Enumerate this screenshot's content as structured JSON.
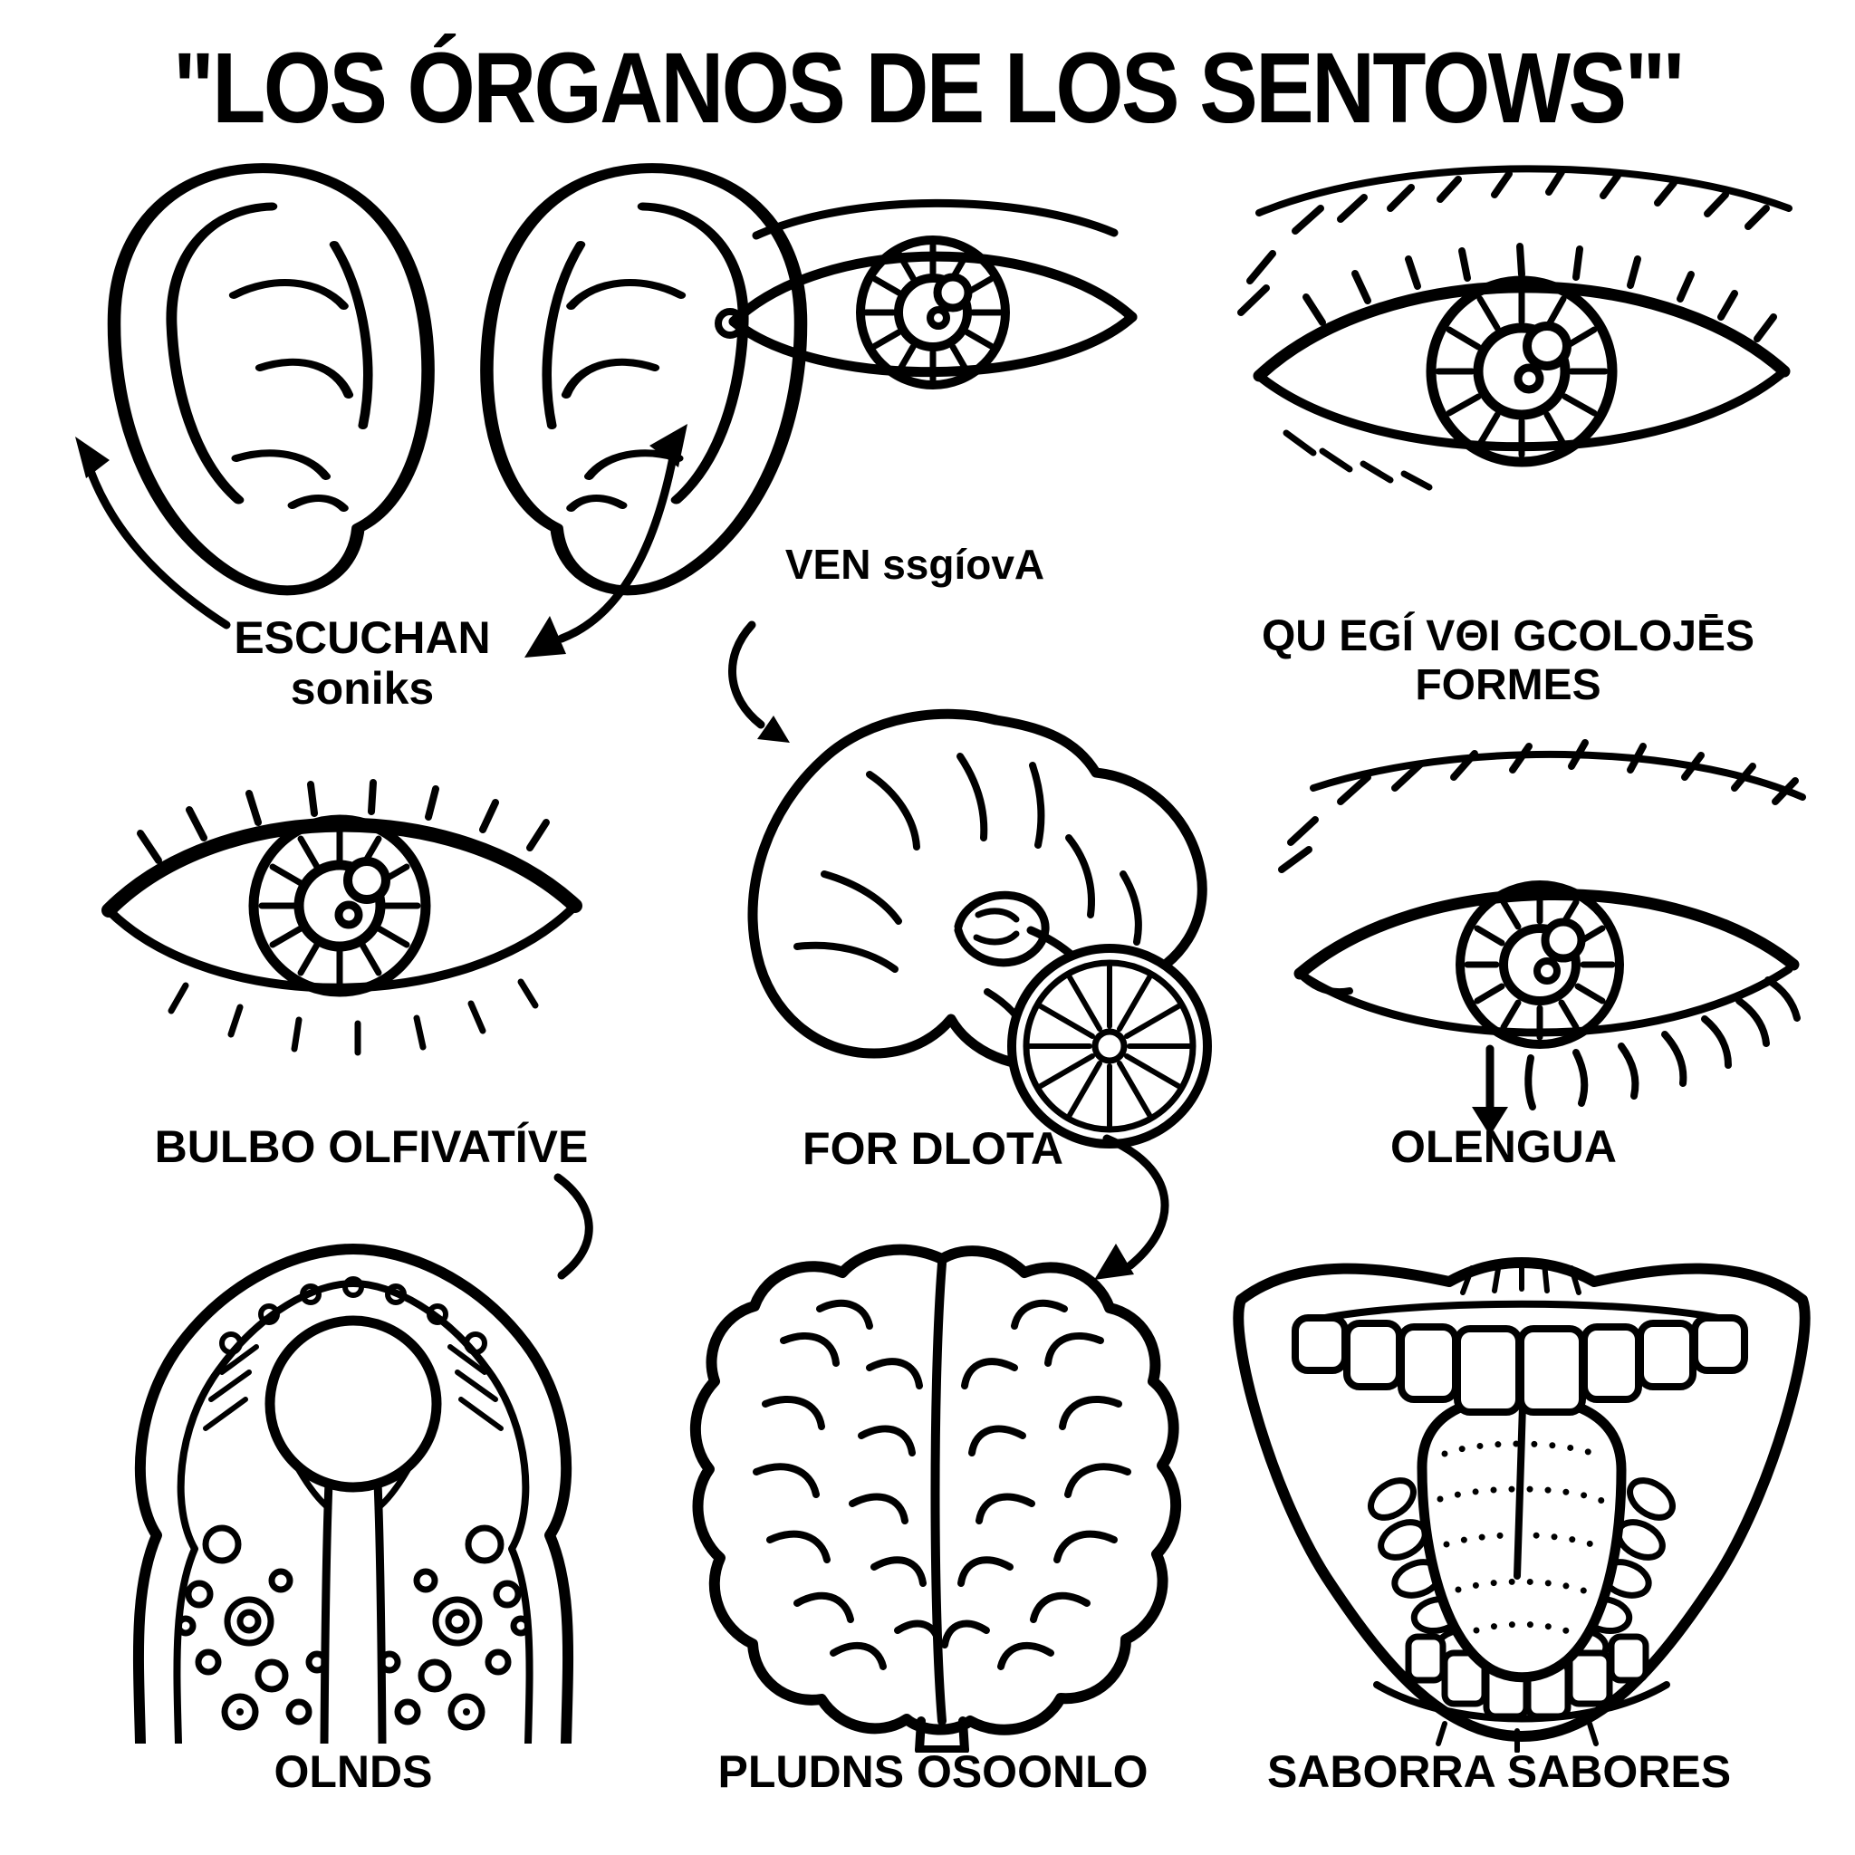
{
  "page": {
    "title": "\"LOS ÓRGANOS DE LOS SENTOWS\"'",
    "ink": "#000000",
    "background": "#ffffff"
  },
  "figures": {
    "ears": {
      "caption1": "ESCUCHAN",
      "caption2": "soniks"
    },
    "eye_top": {
      "caption": "VEN ssgíovA"
    },
    "eye_large": {
      "caption1": "QU EGÍ VΘI GCOLOJĒS",
      "caption2": "FORMES"
    },
    "eye_mid_left": {
      "caption": "BULBO OLFIVATÍVE"
    },
    "brain_side": {
      "caption": "FOR DLOTA"
    },
    "eye_mid_right": {
      "caption": "OLENGUA"
    },
    "nasal_section": {
      "caption": "OLNDS"
    },
    "brain_top": {
      "caption": "PLUDNS OSOONLO"
    },
    "mouth": {
      "caption": "SABORRA SABORES"
    }
  },
  "arrows": {
    "left_ear_arrow": "curved-arrow-up-left",
    "right_ear_arrow": "double-headed-curved-arrow",
    "ven_to_brain_arrow": "curved-arrow-down-right",
    "slice_to_brain_arrow": "curved-arrow-down-left",
    "tongue_down_arrow": "small-down-arrow",
    "bulbo_to_nose_curve": "curved-connector-line"
  }
}
